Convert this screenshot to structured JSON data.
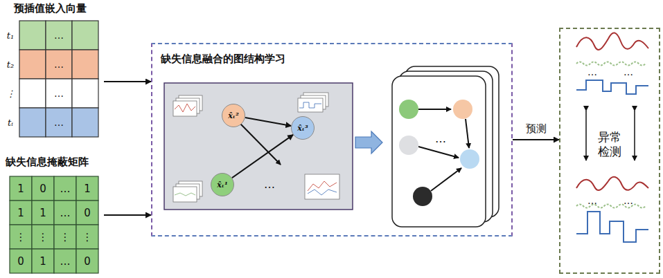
{
  "diagram": {
    "nodes": [
      {
        "text": [
          "预插值嵌入向量"
        ]
      },
      {
        "text": [
          "缺失信息掩蔽矩阵"
        ]
      },
      {
        "text": [
          "缺失信息融合的图结构学习"
        ]
      },
      {
        "text": [
          "x̂ₜ²"
        ],
        "in": 2
      },
      {
        "text": [
          "x̂ₜ³"
        ],
        "in": 2
      },
      {
        "text": [
          "x̂ₜ¹"
        ],
        "in": 2
      },
      {
        "text": [
          "异常检测"
        ]
      }
    ],
    "edges": [
      {
        "from": 0,
        "to": 2,
        "arrow": "to"
      },
      {
        "from": 1,
        "to": 2,
        "arrow": "to"
      },
      {
        "from": 2,
        "to": 6,
        "label": "预测",
        "arrow": "to"
      },
      {
        "from": 3,
        "to": 4,
        "arrow": "to"
      },
      {
        "from": 5,
        "to": 4,
        "arrow": "to"
      }
    ],
    "labels": [
      "t₁",
      "t₂",
      "⋮",
      "tᵢ",
      "…",
      "…",
      "…",
      "…",
      "1",
      "0",
      "…",
      "1",
      "1",
      "1",
      "…",
      "0",
      "⋮",
      "⋮",
      "⋮",
      "⋮",
      "0",
      "1",
      "…",
      "0",
      "…",
      "…",
      "…",
      "…",
      "…",
      "…"
    ]
  }
}
